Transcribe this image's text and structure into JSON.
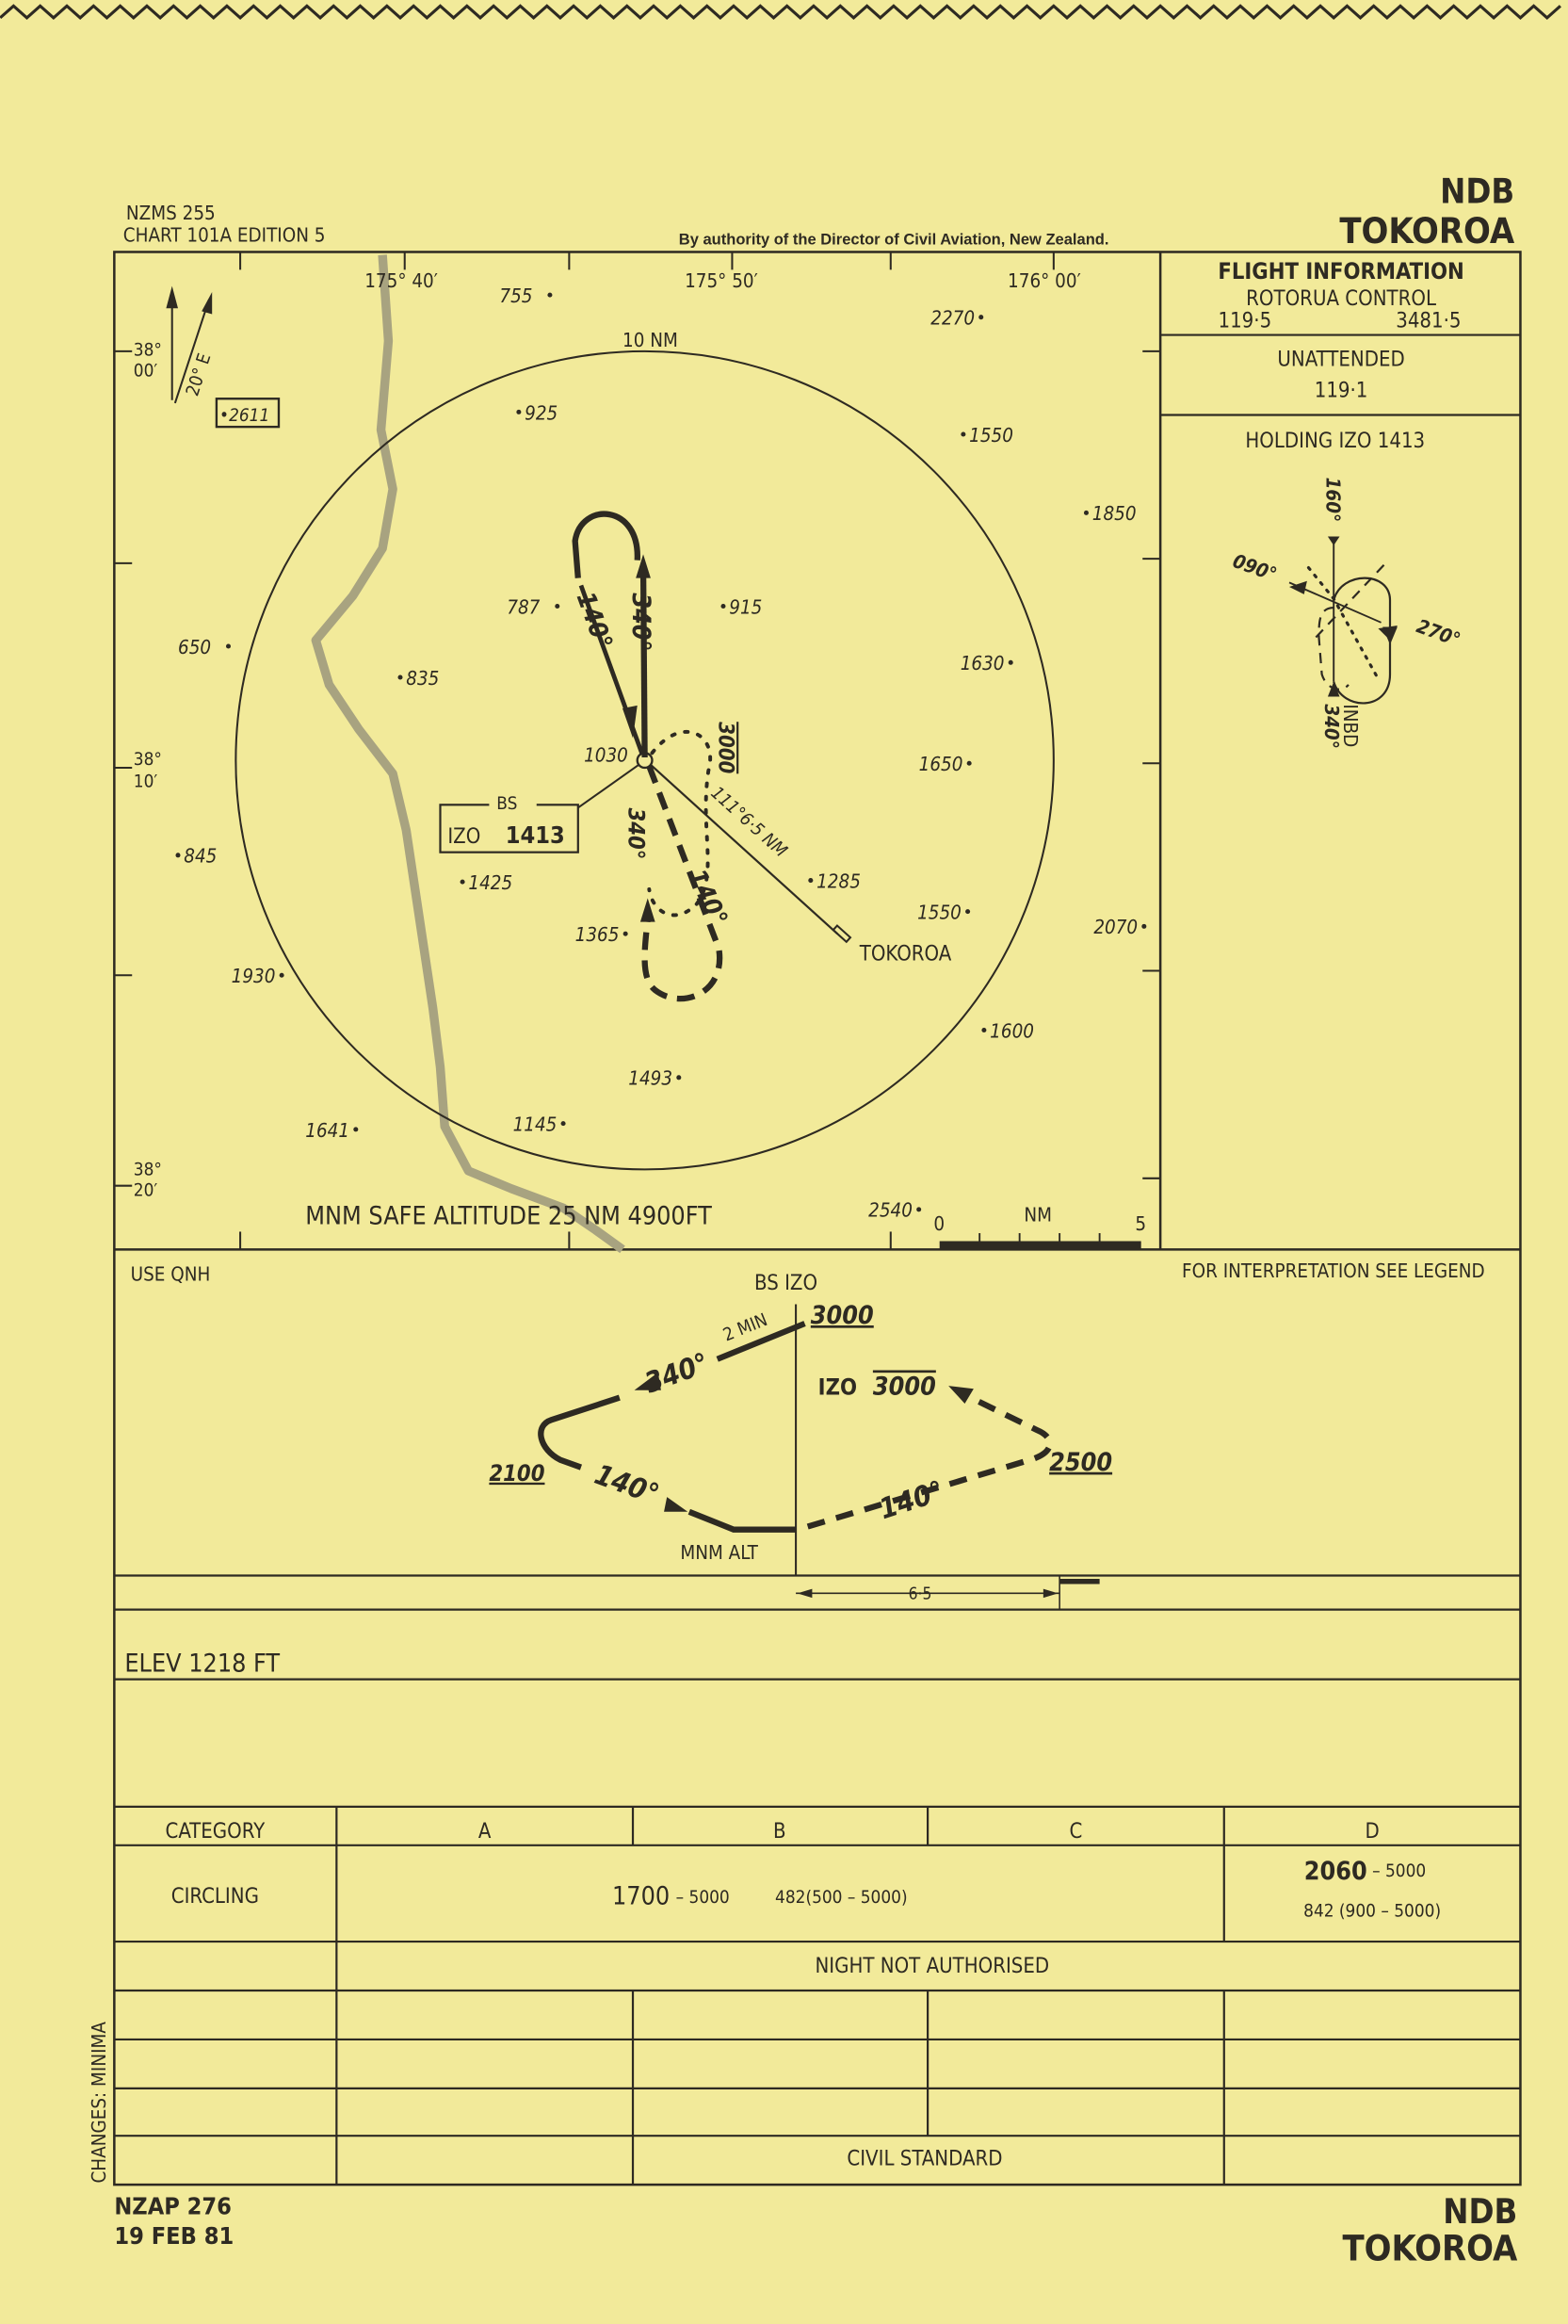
{
  "header": {
    "series": "NZMS 255",
    "chart_edition": "CHART 101A EDITION 5",
    "authority": "By authority of the Director of Civil Aviation, New Zealand.",
    "type": "NDB",
    "name": "TOKOROA"
  },
  "map": {
    "longitudes": [
      "175° 40′",
      "175° 50′",
      "176° 00′"
    ],
    "latitudes": [
      [
        "38°",
        "00′"
      ],
      [
        "38°",
        "10′"
      ],
      [
        "38°",
        "20′"
      ]
    ],
    "variation": "20° E",
    "max_elevation": "•2611",
    "ring_label": "10 NM",
    "elevations": [
      "755",
      "2270",
      "925",
      "1550",
      "1850",
      "787",
      "915",
      "650",
      "835",
      "1630",
      "1030",
      "1650",
      "845",
      "1425",
      "1285",
      "1365",
      "1550",
      "2070",
      "1930",
      "1600",
      "1493",
      "1641",
      "1145",
      "2540"
    ],
    "beacon_box": {
      "type": "BS",
      "ident": "IZO",
      "freq": "1413"
    },
    "outbound_track": "340°",
    "inbound_track": "140°",
    "procedure_outbound": "340°",
    "procedure_inbound": "140°",
    "holding_alt": "3000",
    "radial_label": "111°6·5 NM",
    "airfield": "TOKOROA",
    "safe_altitude": "MNM SAFE ALTITUDE 25 NM 4900FT",
    "scale": {
      "start": "0",
      "unit": "NM",
      "end": "5"
    }
  },
  "info_panel": {
    "title": "FLIGHT INFORMATION",
    "control": "ROTORUA CONTROL",
    "freq1": "119·5",
    "freq2": "3481·5",
    "unattended": "UNATTENDED",
    "unattended_freq": "119·1",
    "holding_title": "HOLDING IZO 1413",
    "holding_labels": {
      "n": "160°",
      "w": "090°",
      "e": "270°",
      "s": "340°",
      "inbd": "INBD"
    }
  },
  "profile": {
    "qnh": "USE QNH",
    "legend_note": "FOR INTERPRETATION SEE LEGEND",
    "fix": "BS IZO",
    "fix_alt": "3000",
    "time": "2 MIN",
    "outbound": "340°",
    "inbound": "140°",
    "turn_alt": "2100",
    "mnm_alt": "MNM ALT",
    "izo_label": "IZO",
    "izo_alt": "3000",
    "far_alt": "2500",
    "far_track": "140°",
    "distance": "6·5"
  },
  "elev": "ELEV 1218 FT",
  "minima": {
    "header": [
      "CATEGORY",
      "A",
      "B",
      "C",
      "D"
    ],
    "circling_label": "CIRCLING",
    "abc_main": "1700",
    "abc_vis": "– 5000",
    "abc_height": "482(500 – 5000)",
    "d_main": "2060",
    "d_vis": "– 5000",
    "d_height": "842 (900 – 5000)",
    "night": "NIGHT NOT AUTHORISED",
    "civil": "CIVIL STANDARD",
    "changes": "CHANGES: MINIMA"
  },
  "footer": {
    "code": "NZAP 276",
    "date": "19 FEB 81",
    "type": "NDB",
    "name": "TOKOROA"
  }
}
